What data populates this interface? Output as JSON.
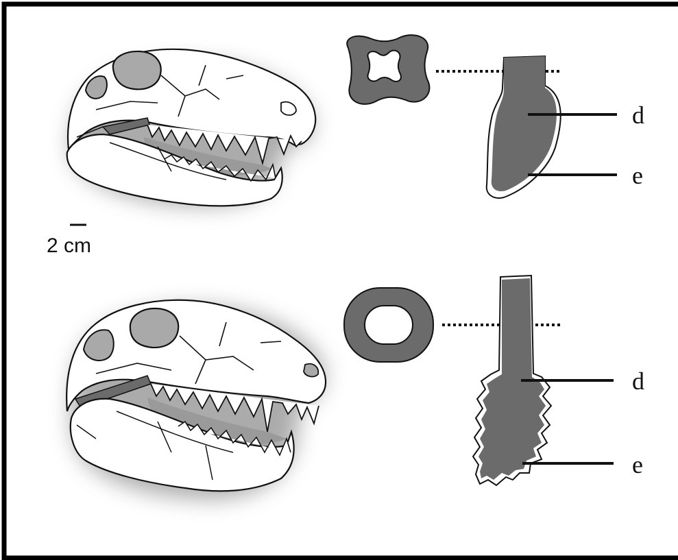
{
  "scale_bar": {
    "label": "2 cm"
  },
  "tooth_top": {
    "label_dentine": "d",
    "label_enamel": "e"
  },
  "tooth_bottom": {
    "label_dentine": "d",
    "label_enamel": "e"
  },
  "colors": {
    "fill_gray": "#6b6b6b",
    "light_gray": "#a9a9a9",
    "outline": "#111111",
    "shadow": "#9a9a9a"
  },
  "icons": [
    "skull-drawing",
    "tooth-cross-section",
    "tooth-profile"
  ]
}
